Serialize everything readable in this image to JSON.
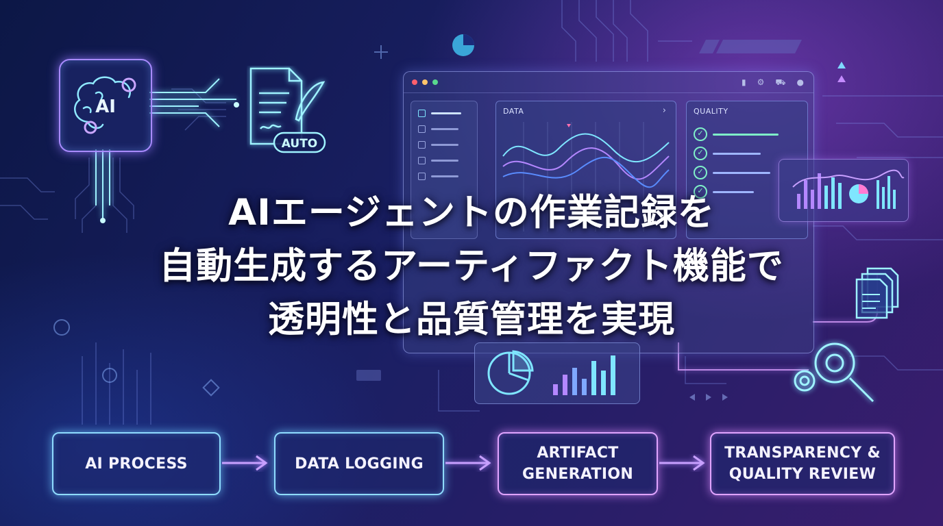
{
  "headline": {
    "line1": "AIエージェントの作業記録を",
    "line2": "自動生成するアーティファクト機能で",
    "line3": "透明性と品質管理を実現"
  },
  "ai_badge": {
    "label": "AI"
  },
  "auto_badge": {
    "label": "AUTO"
  },
  "dashboard": {
    "data_panel_title": "DATA",
    "quality_panel_title": "QUALITY"
  },
  "flow": {
    "steps": [
      {
        "line1": "AI PROCESS",
        "line2": ""
      },
      {
        "line1": "DATA LOGGING",
        "line2": ""
      },
      {
        "line1": "ARTIFACT",
        "line2": "GENERATION"
      },
      {
        "line1": "TRANSPARENCY &",
        "line2": "QUALITY REVIEW"
      }
    ]
  },
  "icons": [
    "brain-gear-icon",
    "document-quill-icon",
    "pie-chart-icon",
    "check-icon",
    "gear-search-icon",
    "documents-stack-icon",
    "bar-chart-icon",
    "arrow-right-icon"
  ],
  "colors": {
    "cyan": "#7fe6ff",
    "violet": "#d59bff",
    "bg_dark": "#0c1746",
    "bg_purple": "#3a1d6e"
  }
}
